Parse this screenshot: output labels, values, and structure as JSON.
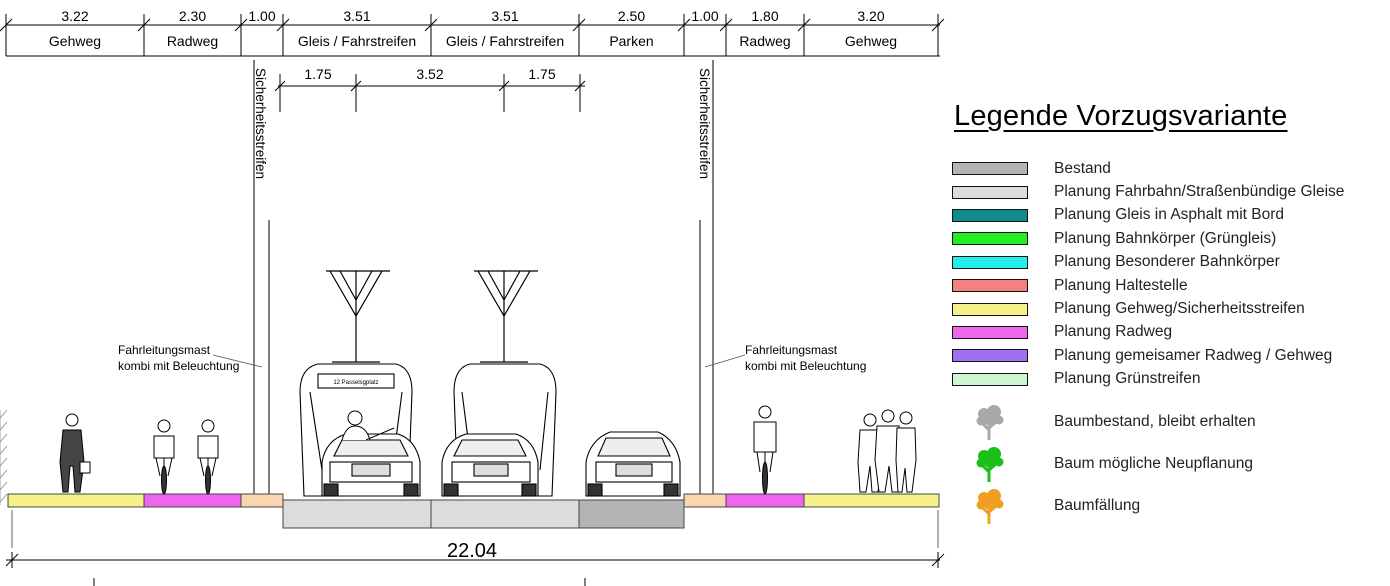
{
  "colors": {
    "bestand": "#b4b4b4",
    "fahrbahn": "#dcdcdc",
    "gleis_asphalt": "#0e8c8c",
    "bahnkoerper": "#22ee22",
    "besonderer": "#22eeee",
    "haltestelle": "#f48080",
    "gehweg": "#f6f28a",
    "radweg": "#ee66ee",
    "gemeinsam": "#a070f0",
    "gruen": "#cff7cf",
    "sicherheit": "#f9d5b0",
    "tree_existing": "#a8a8a8",
    "tree_new": "#18c018",
    "tree_fell": "#f0a020"
  },
  "top_dimensions": [
    {
      "value": "3.22",
      "label": "Gehweg"
    },
    {
      "value": "2.30",
      "label": "Radweg"
    },
    {
      "value": "1.00",
      "label": ""
    },
    {
      "value": "3.51",
      "label": "Gleis / Fahrstreifen"
    },
    {
      "value": "3.51",
      "label": "Gleis / Fahrstreifen"
    },
    {
      "value": "2.50",
      "label": "Parken"
    },
    {
      "value": "1.00",
      "label": ""
    },
    {
      "value": "1.80",
      "label": "Radweg"
    },
    {
      "value": "3.20",
      "label": "Gehweg"
    }
  ],
  "track_dimensions": [
    "1.75",
    "3.52",
    "1.75"
  ],
  "vertical_labels": {
    "left": "Sicherheitsstreifen",
    "right": "Sicherheitsstreifen"
  },
  "mast_labels": {
    "left_line1": "Fahrleitungsmast",
    "left_line2": "kombi mit Beleuchtung",
    "right_line1": "Fahrleitungsmast",
    "right_line2": "kombi mit Beleuchtung"
  },
  "tram_sign": "12 Passelsgplatz",
  "total_width": "22.04",
  "legend": {
    "title": "Legende Vorzugsvariante",
    "items": [
      {
        "label": "Bestand",
        "color": "#b4b4b4"
      },
      {
        "label": "Planung Fahrbahn/Straßenbündige Gleise",
        "color": "#dcdcdc"
      },
      {
        "label": "Planung Gleis in Asphalt mit Bord",
        "color": "#0e8c8c"
      },
      {
        "label": "Planung Bahnkörper  (Grüngleis)",
        "color": "#22ee22"
      },
      {
        "label": "Planung Besonderer Bahnkörper",
        "color": "#22eeee"
      },
      {
        "label": "Planung Haltestelle",
        "color": "#f48080"
      },
      {
        "label": "Planung Gehweg/Sicherheitsstreifen",
        "color": "#f6f28a"
      },
      {
        "label": "Planung Radweg",
        "color": "#ee66ee"
      },
      {
        "label": "Planung gemeisamer Radweg / Gehweg",
        "color": "#a070f0"
      },
      {
        "label": "Planung Grünstreifen",
        "color": "#cff7cf"
      }
    ],
    "trees": [
      {
        "label": "Baumbestand, bleibt erhalten",
        "icon": "tree-existing-icon",
        "color": "#a8a8a8"
      },
      {
        "label": "Baum mögliche Neupflanung",
        "icon": "tree-new-icon",
        "color": "#18c018"
      },
      {
        "label": "Baumfällung",
        "icon": "tree-felled-icon",
        "color": "#f0a020"
      }
    ]
  }
}
